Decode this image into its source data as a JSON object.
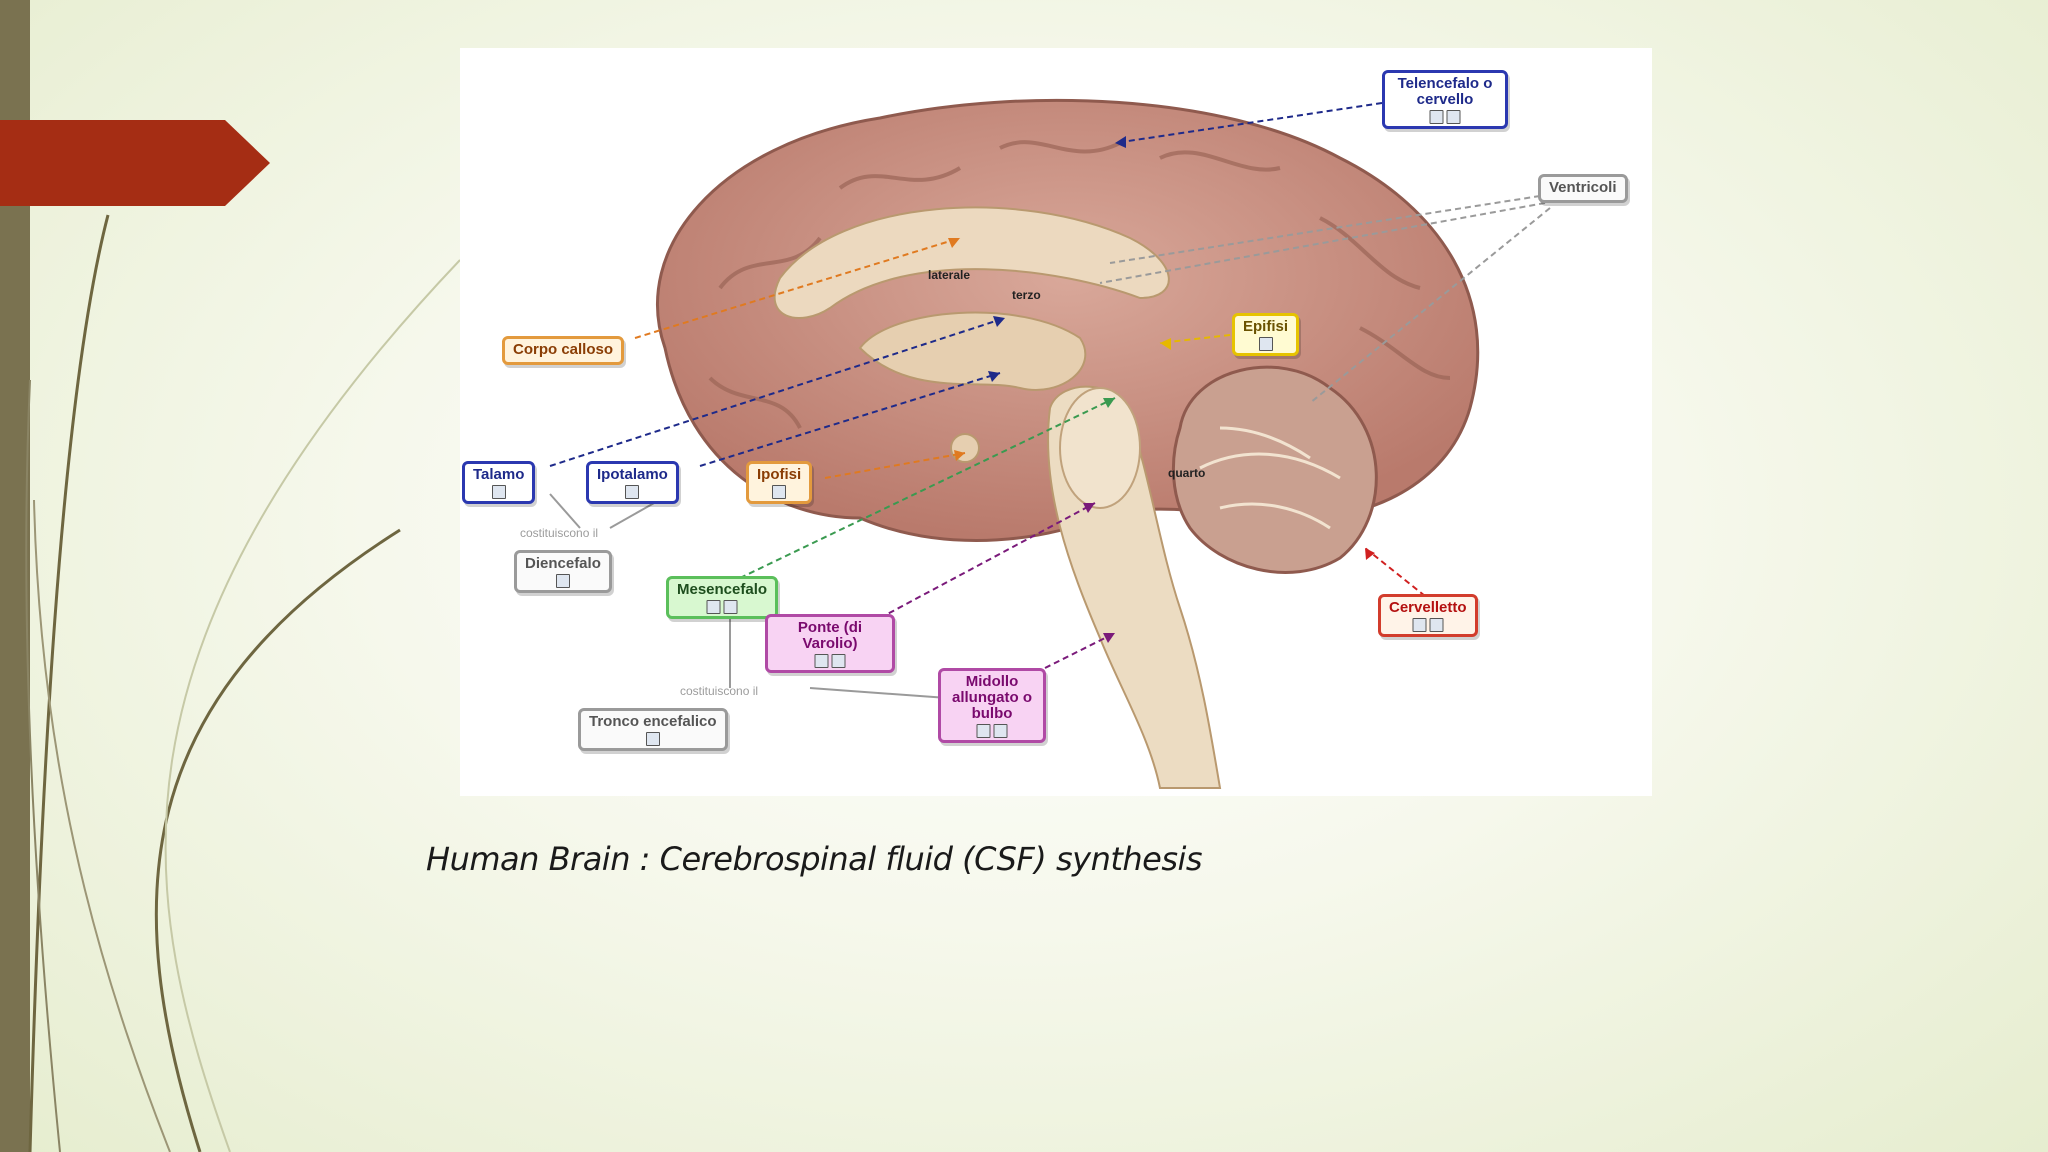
{
  "slide": {
    "caption": "Human Brain : Cerebrospinal fluid (CSF) synthesis",
    "colors": {
      "accent": "#a52d14",
      "left_bar": "#7a7250",
      "swoosh": "#6e6640",
      "background": "#eef3de"
    }
  },
  "diagram": {
    "labels": {
      "telencefalo": "Telencefalo o cervello",
      "ventricoli": "Ventricoli",
      "corpo_calloso": "Corpo calloso",
      "epifisi": "Epifisi",
      "talamo": "Talamo",
      "ipotalamo": "Ipotalamo",
      "ipofisi": "Ipofisi",
      "diencefalo": "Diencefalo",
      "mesencefalo": "Mesencefalo",
      "ponte": "Ponte (di Varolio)",
      "cervelletto": "Cervelletto",
      "midollo": "Midollo allungato o bulbo",
      "tronco": "Tronco encefalico"
    },
    "notes": {
      "costituiscono_1": "costituiscono il",
      "costituiscono_2": "costituiscono il"
    },
    "inner_labels": {
      "laterale": "laterale",
      "terzo": "terzo",
      "quarto": "quarto"
    },
    "icons": [
      "map-icon",
      "hierarchy-icon"
    ]
  }
}
